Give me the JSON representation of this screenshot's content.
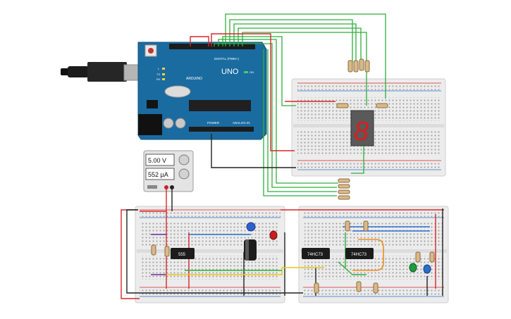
{
  "arduino": {
    "brand": "ARDUINO",
    "model": "UNO",
    "digital_header": "DIGITAL (PWM~)",
    "power_label": "POWER",
    "analog_label": "ANALOG IN",
    "small_labels": [
      "L",
      "TX",
      "RX",
      "ON"
    ]
  },
  "power_supply": {
    "voltage": "5.00 V",
    "current": "552 µA"
  },
  "chips": {
    "timer": "555",
    "counter1": "74HC73",
    "counter2": "74HC73"
  },
  "seven_segment": {
    "digit": "8"
  },
  "colors": {
    "board_blue": "#1a6ba0",
    "wire_red": "#d8262a",
    "wire_green": "#2fae3b",
    "wire_black": "#222222",
    "wire_blue": "#2d6fcc",
    "wire_yellow": "#e6c51a",
    "wire_purple": "#6a2fa0",
    "wire_orange": "#f0901c",
    "breadboard": "#eeeeee"
  }
}
